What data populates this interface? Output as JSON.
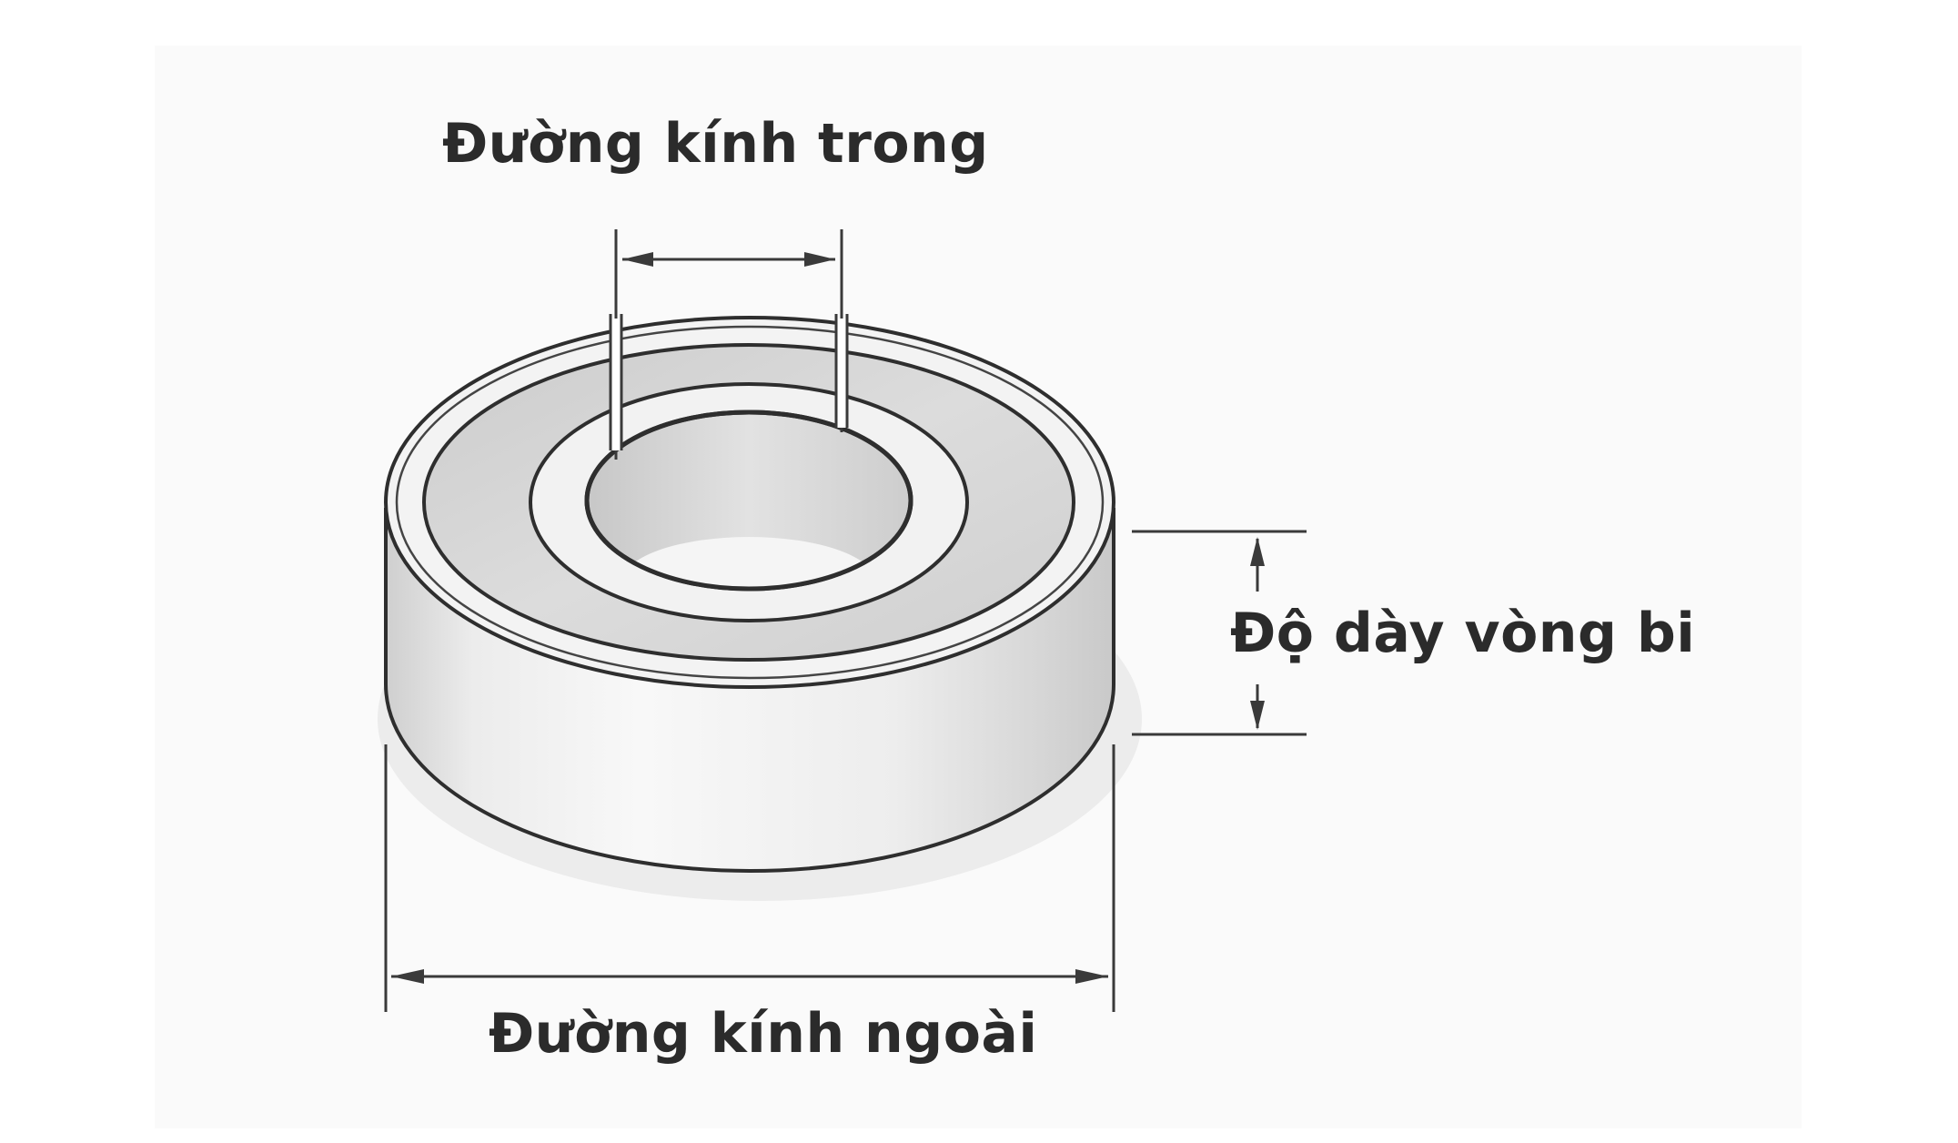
{
  "labels": {
    "inner_diameter": "Đường kính trong",
    "thickness": "Độ dày vòng bi",
    "outer_diameter": "Đường kính ngoài"
  },
  "colors": {
    "text": "#2b2b2b",
    "outline": "#2e2e2e",
    "fill_light": "#f1f1f1",
    "fill_mid": "#d9d9d9",
    "shadow": "#e4e4e4"
  }
}
